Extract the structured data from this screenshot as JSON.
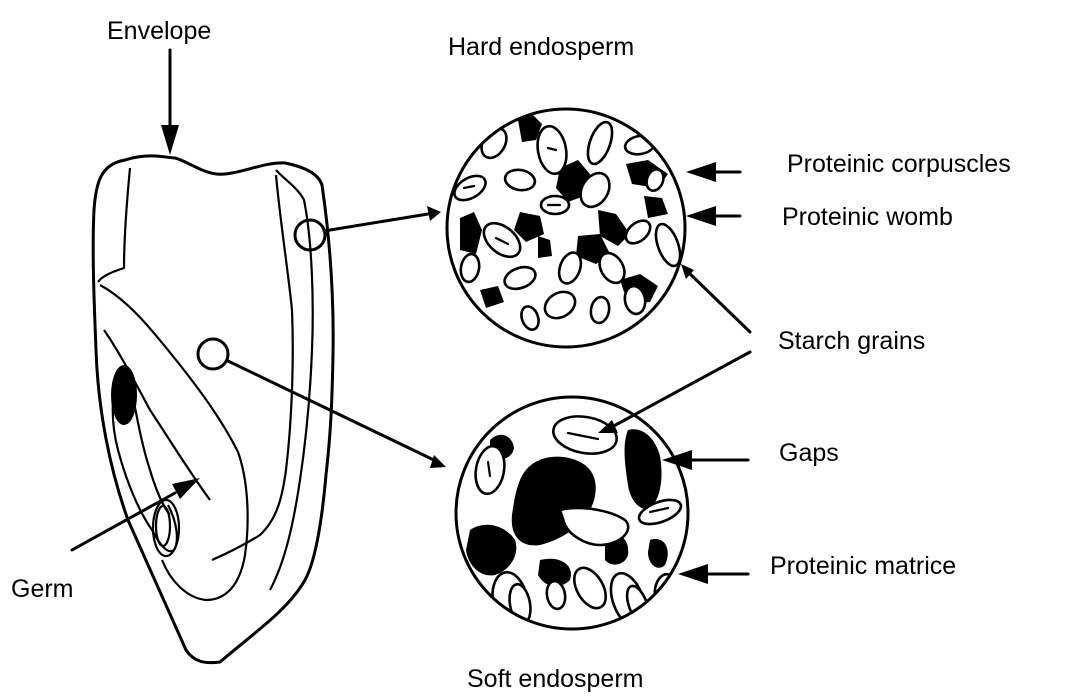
{
  "labels": {
    "envelope": "Envelope",
    "hard_endosperm": "Hard endosperm",
    "proteinic_corpuscles": "Proteinic corpuscles",
    "proteinic_womb": "Proteinic womb",
    "starch_grains": "Starch grains",
    "gaps": "Gaps",
    "proteinic_matrice": "Proteinic matrice",
    "germ": "Germ",
    "soft_endosperm": "Soft endosperm"
  }
}
